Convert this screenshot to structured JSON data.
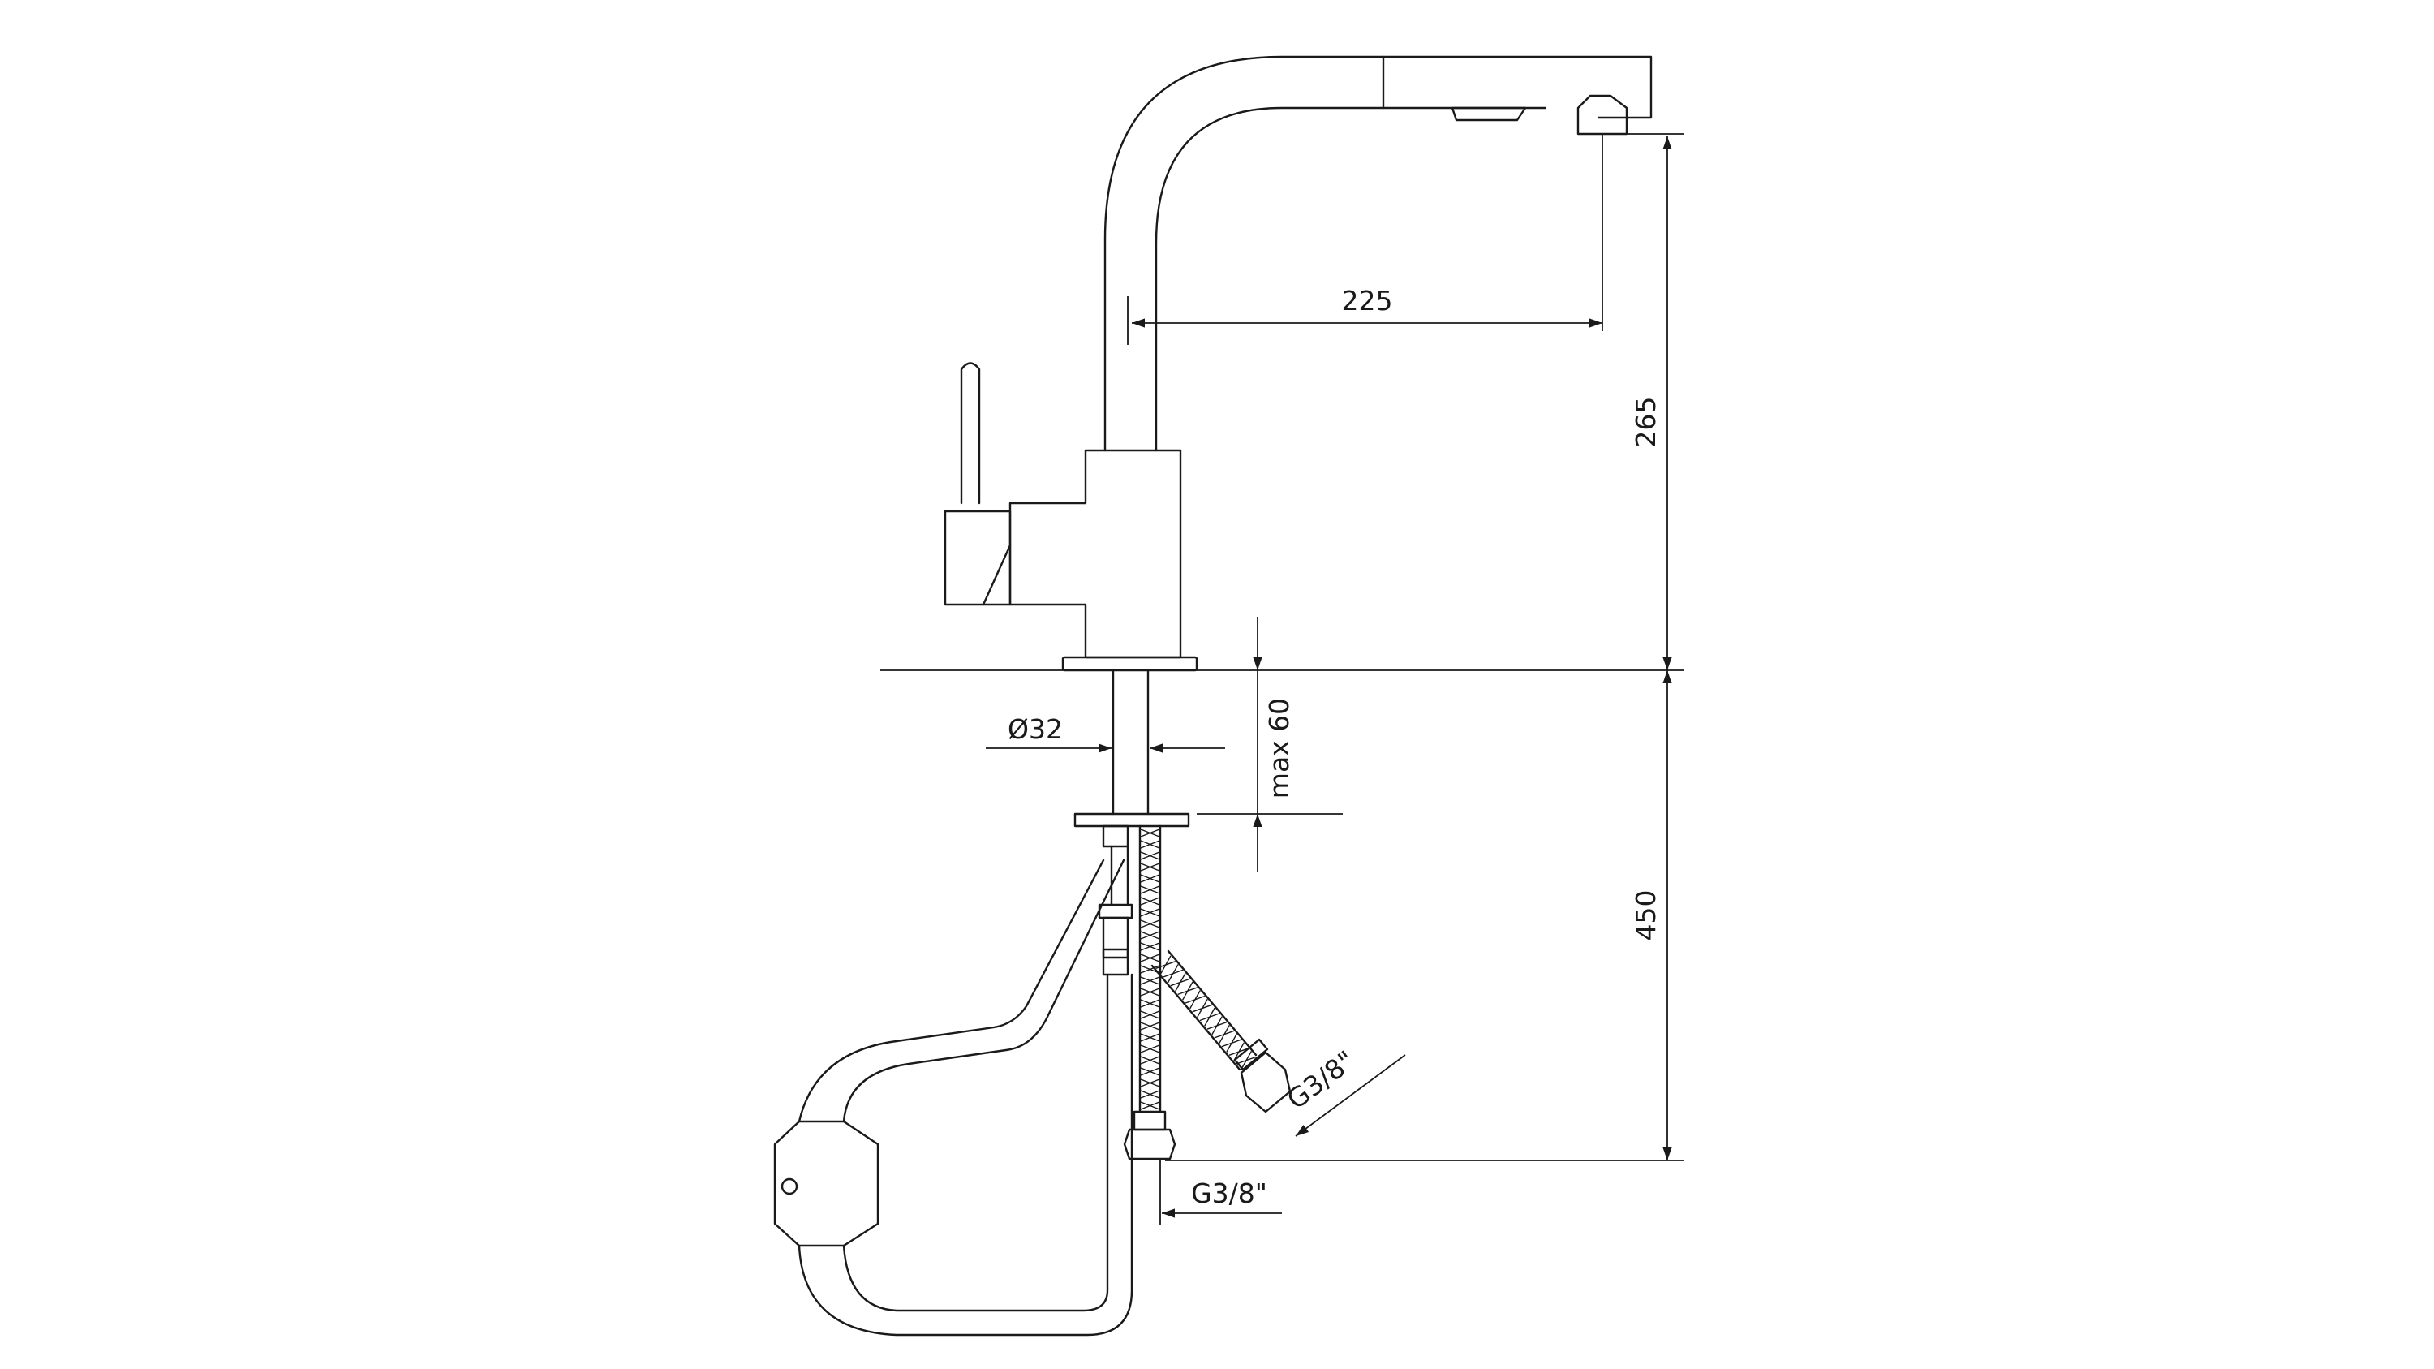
{
  "dimensions": {
    "spout_reach": "225",
    "spout_height": "265",
    "below_deck_length": "450",
    "deck_thickness": "max 60",
    "mounting_hole": "Ø32",
    "connection_side": "G3/8\"",
    "connection_bottom": "G3/8\""
  },
  "colors": {
    "line": "#1a1a1a",
    "background": "#ffffff"
  }
}
